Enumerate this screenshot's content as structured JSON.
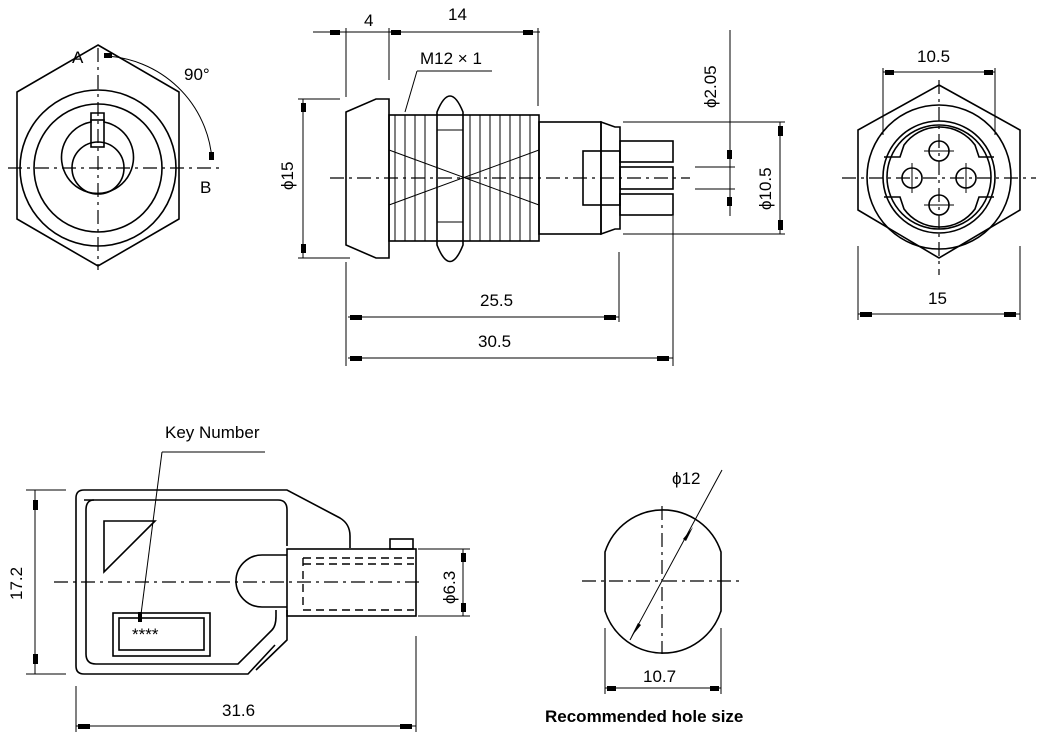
{
  "title": "Key switch lock dimensional drawing",
  "front_view": {
    "label_a": "A",
    "label_b": "B",
    "angle": "90°"
  },
  "side_view": {
    "dim_flange": "4",
    "dim_thread_length": "14",
    "thread_spec": "M12 × 1",
    "dim_head_dia": "ϕ15",
    "dim_pin_dia": "ϕ2.05",
    "dim_body_dia": "ϕ10.5",
    "dim_length_1": "25.5",
    "dim_length_2": "30.5"
  },
  "rear_view": {
    "dim_inner": "10.5",
    "dim_hex": "15"
  },
  "key_view": {
    "label_key_number": "Key Number",
    "key_number_placeholder": "****",
    "dim_height": "17.2",
    "dim_shaft_dia": "ϕ6.3",
    "dim_length": "31.6"
  },
  "hole_view": {
    "dim_dia": "ϕ12",
    "dim_flat": "10.7",
    "caption": "Recommended hole size"
  }
}
